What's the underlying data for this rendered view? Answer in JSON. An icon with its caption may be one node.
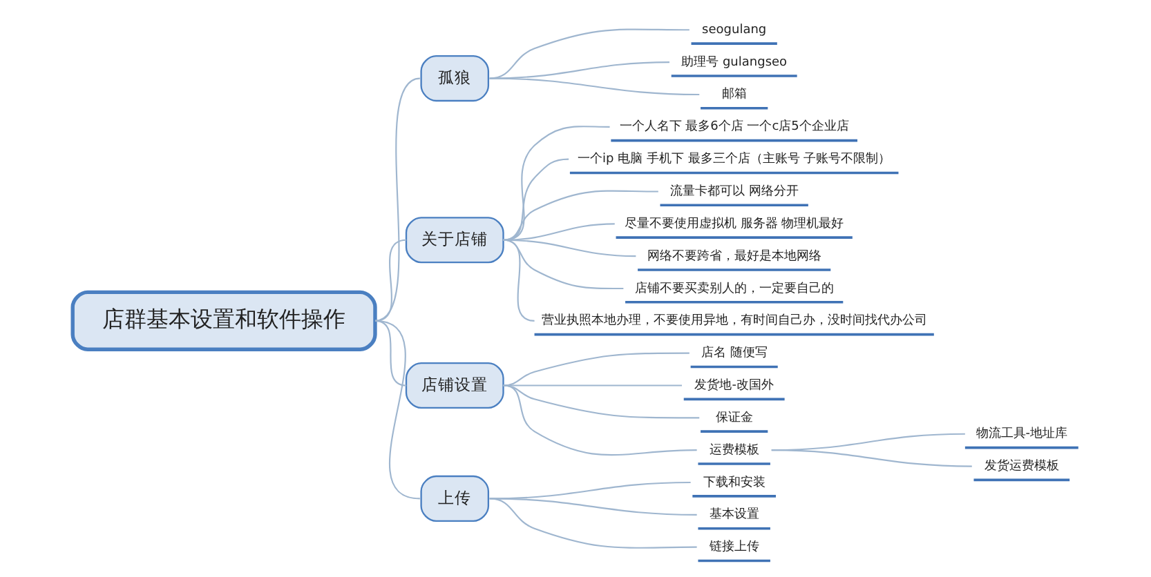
{
  "diagram": {
    "nodes": [
      {
        "text": [
          "店群基本设置和软件操作"
        ]
      },
      {
        "text": [
          "孤狼"
        ]
      },
      {
        "text": [
          "seogulang"
        ]
      },
      {
        "text": [
          "助理号 gulangseo"
        ]
      },
      {
        "text": [
          "邮箱"
        ]
      },
      {
        "text": [
          "关于店铺"
        ]
      },
      {
        "text": [
          "一个人名下 最多6个店 一个c店5个企业店"
        ]
      },
      {
        "text": [
          "一个ip 电脑 手机下 最多三个店（主账号 子账号不限制）"
        ]
      },
      {
        "text": [
          "流量卡都可以 网络分开"
        ]
      },
      {
        "text": [
          "尽量不要使用虚拟机 服务器 物理机最好"
        ]
      },
      {
        "text": [
          "网络不要跨省，最好是本地网络"
        ]
      },
      {
        "text": [
          "店铺不要买卖别人的，一定要自己的"
        ]
      },
      {
        "text": [
          "营业执照本地办理，不要使用异地，有时间自己办，没时间找代办公司"
        ]
      },
      {
        "text": [
          "店铺设置"
        ]
      },
      {
        "text": [
          "店名 随便写"
        ]
      },
      {
        "text": [
          "发货地-改国外"
        ]
      },
      {
        "text": [
          "保证金"
        ]
      },
      {
        "text": [
          "运费模板"
        ]
      },
      {
        "text": [
          "物流工具-地址库"
        ]
      },
      {
        "text": [
          "发货运费模板"
        ]
      },
      {
        "text": [
          "上传"
        ]
      },
      {
        "text": [
          "下载和安装"
        ]
      },
      {
        "text": [
          "基本设置"
        ]
      },
      {
        "text": [
          "链接上传"
        ]
      }
    ],
    "edges": [
      {
        "from": 0,
        "to": 1,
        "arrow": "none"
      },
      {
        "from": 1,
        "to": 2,
        "arrow": "none"
      },
      {
        "from": 1,
        "to": 3,
        "arrow": "none"
      },
      {
        "from": 1,
        "to": 4,
        "arrow": "none"
      },
      {
        "from": 0,
        "to": 5,
        "arrow": "none"
      },
      {
        "from": 5,
        "to": 6,
        "arrow": "none"
      },
      {
        "from": 5,
        "to": 7,
        "arrow": "none"
      },
      {
        "from": 5,
        "to": 8,
        "arrow": "none"
      },
      {
        "from": 5,
        "to": 9,
        "arrow": "none"
      },
      {
        "from": 5,
        "to": 10,
        "arrow": "none"
      },
      {
        "from": 5,
        "to": 11,
        "arrow": "none"
      },
      {
        "from": 5,
        "to": 12,
        "arrow": "none"
      },
      {
        "from": 0,
        "to": 13,
        "arrow": "none"
      },
      {
        "from": 13,
        "to": 14,
        "arrow": "none"
      },
      {
        "from": 13,
        "to": 15,
        "arrow": "none"
      },
      {
        "from": 13,
        "to": 16,
        "arrow": "none"
      },
      {
        "from": 13,
        "to": 17,
        "arrow": "none"
      },
      {
        "from": 17,
        "to": 18,
        "arrow": "none"
      },
      {
        "from": 17,
        "to": 19,
        "arrow": "none"
      },
      {
        "from": 0,
        "to": 20,
        "arrow": "none"
      },
      {
        "from": 20,
        "to": 21,
        "arrow": "none"
      },
      {
        "from": 20,
        "to": 22,
        "arrow": "none"
      },
      {
        "from": 20,
        "to": 23,
        "arrow": "none"
      }
    ]
  }
}
